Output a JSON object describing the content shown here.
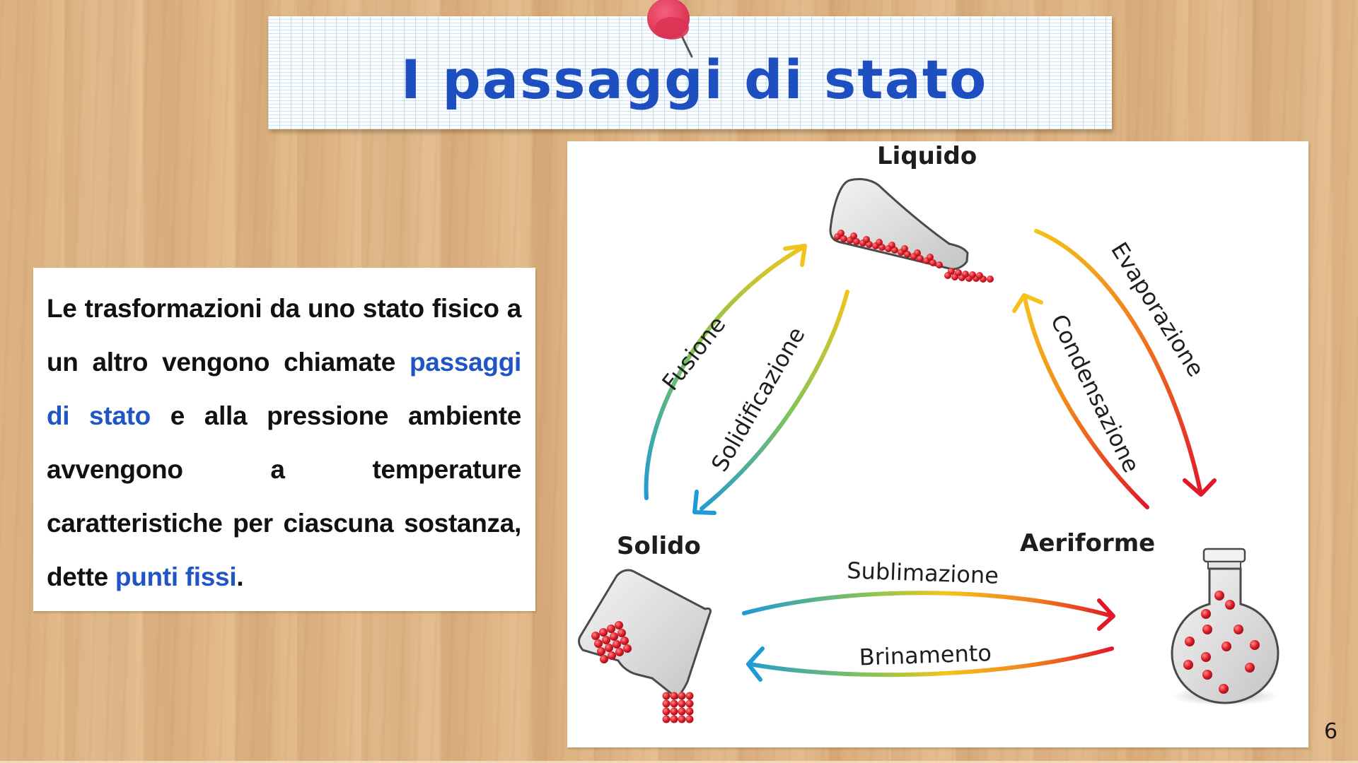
{
  "slide": {
    "title": "I passaggi di stato",
    "page_number": "6",
    "colors": {
      "title_blue": "#1e4fc0",
      "highlight_blue": "#1f55c4",
      "pin_red": "#e33b5a",
      "wood": "#e0b685"
    }
  },
  "text_card": {
    "segments": [
      {
        "text": "Le trasformazioni da uno stato fisico a un altro vengono chiamate ",
        "highlight": false
      },
      {
        "text": "passaggi di stato",
        "highlight": true
      },
      {
        "text": " e alla pressione ambiente avvengono a temperature caratteristiche per ciascuna sostanza, dette ",
        "highlight": false
      },
      {
        "text": "punti fissi",
        "highlight": true
      },
      {
        "text": ".",
        "highlight": false
      }
    ]
  },
  "diagram": {
    "states": {
      "liquid": "Liquido",
      "solid": "Solido",
      "gas": "Aeriforme"
    },
    "transitions": {
      "fusion": "Fusione",
      "solidification": "Solidificazione",
      "evaporation": "Evaporazione",
      "condensation": "Condensazione",
      "sublimation": "Sublimazione",
      "deposition": "Brinamento"
    },
    "icons": {
      "liquid": "tipped-flask-with-liquid-icon",
      "solid": "tipped-beaker-with-solid-icon",
      "gas": "round-flask-with-gas-icon"
    }
  }
}
